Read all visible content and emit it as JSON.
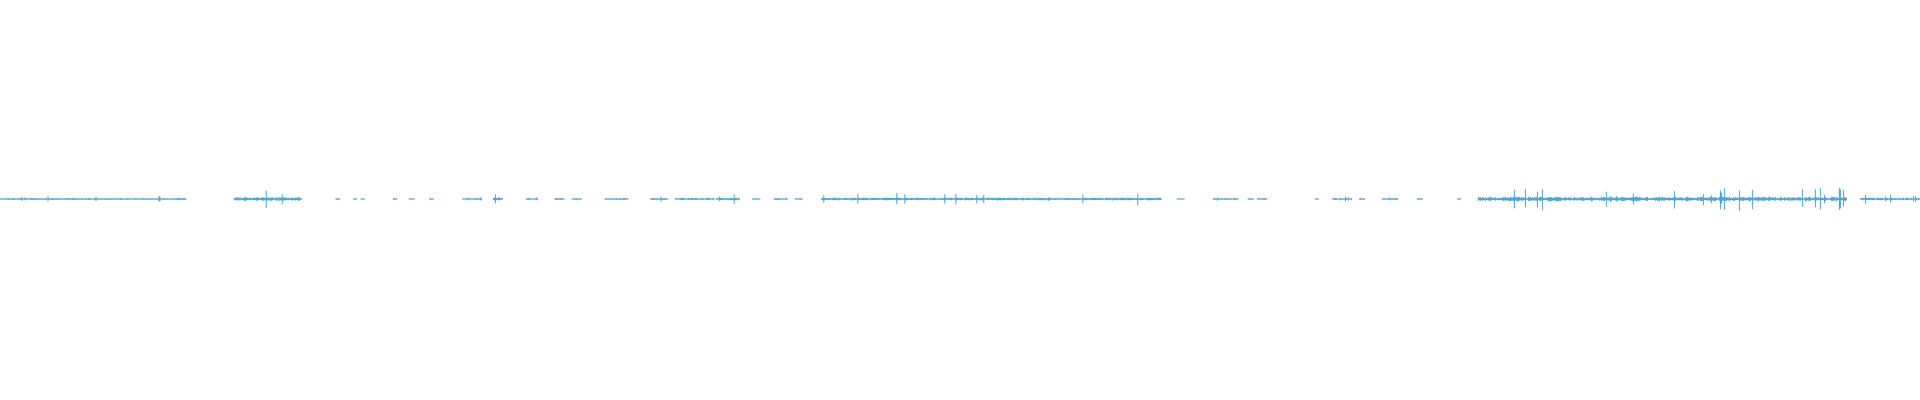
{
  "waveform": {
    "color": "#4ea3d8",
    "segments": [
      {
        "start": 0.0,
        "end": 0.097,
        "amp": 0.2
      },
      {
        "start": 0.122,
        "end": 0.157,
        "amp": 0.85
      },
      {
        "start": 0.175,
        "end": 0.177,
        "amp": 0.1
      },
      {
        "start": 0.184,
        "end": 0.186,
        "amp": 0.1
      },
      {
        "start": 0.188,
        "end": 0.19,
        "amp": 0.1
      },
      {
        "start": 0.205,
        "end": 0.207,
        "amp": 0.1
      },
      {
        "start": 0.213,
        "end": 0.216,
        "amp": 0.1
      },
      {
        "start": 0.224,
        "end": 0.226,
        "amp": 0.1
      },
      {
        "start": 0.241,
        "end": 0.251,
        "amp": 0.1
      },
      {
        "start": 0.257,
        "end": 0.262,
        "amp": 0.7
      },
      {
        "start": 0.274,
        "end": 0.28,
        "amp": 0.1
      },
      {
        "start": 0.289,
        "end": 0.294,
        "amp": 0.3
      },
      {
        "start": 0.298,
        "end": 0.303,
        "amp": 0.1
      },
      {
        "start": 0.315,
        "end": 0.327,
        "amp": 0.2
      },
      {
        "start": 0.339,
        "end": 0.348,
        "amp": 0.2
      },
      {
        "start": 0.352,
        "end": 0.372,
        "amp": 0.35
      },
      {
        "start": 0.373,
        "end": 0.385,
        "amp": 0.45
      },
      {
        "start": 0.392,
        "end": 0.396,
        "amp": 0.1
      },
      {
        "start": 0.403,
        "end": 0.41,
        "amp": 0.15
      },
      {
        "start": 0.414,
        "end": 0.418,
        "amp": 0.1
      },
      {
        "start": 0.428,
        "end": 0.605,
        "amp": 0.5
      },
      {
        "start": 0.613,
        "end": 0.617,
        "amp": 0.1
      },
      {
        "start": 0.632,
        "end": 0.645,
        "amp": 0.15
      },
      {
        "start": 0.65,
        "end": 0.653,
        "amp": 0.1
      },
      {
        "start": 0.655,
        "end": 0.66,
        "amp": 0.1
      },
      {
        "start": 0.685,
        "end": 0.687,
        "amp": 0.1
      },
      {
        "start": 0.694,
        "end": 0.704,
        "amp": 0.2
      },
      {
        "start": 0.708,
        "end": 0.711,
        "amp": 0.2
      },
      {
        "start": 0.72,
        "end": 0.728,
        "amp": 0.2
      },
      {
        "start": 0.738,
        "end": 0.741,
        "amp": 0.1
      },
      {
        "start": 0.759,
        "end": 0.761,
        "amp": 0.1
      },
      {
        "start": 0.77,
        "end": 0.962,
        "amp": 1.0
      },
      {
        "start": 0.969,
        "end": 1.0,
        "amp": 0.45
      }
    ]
  }
}
